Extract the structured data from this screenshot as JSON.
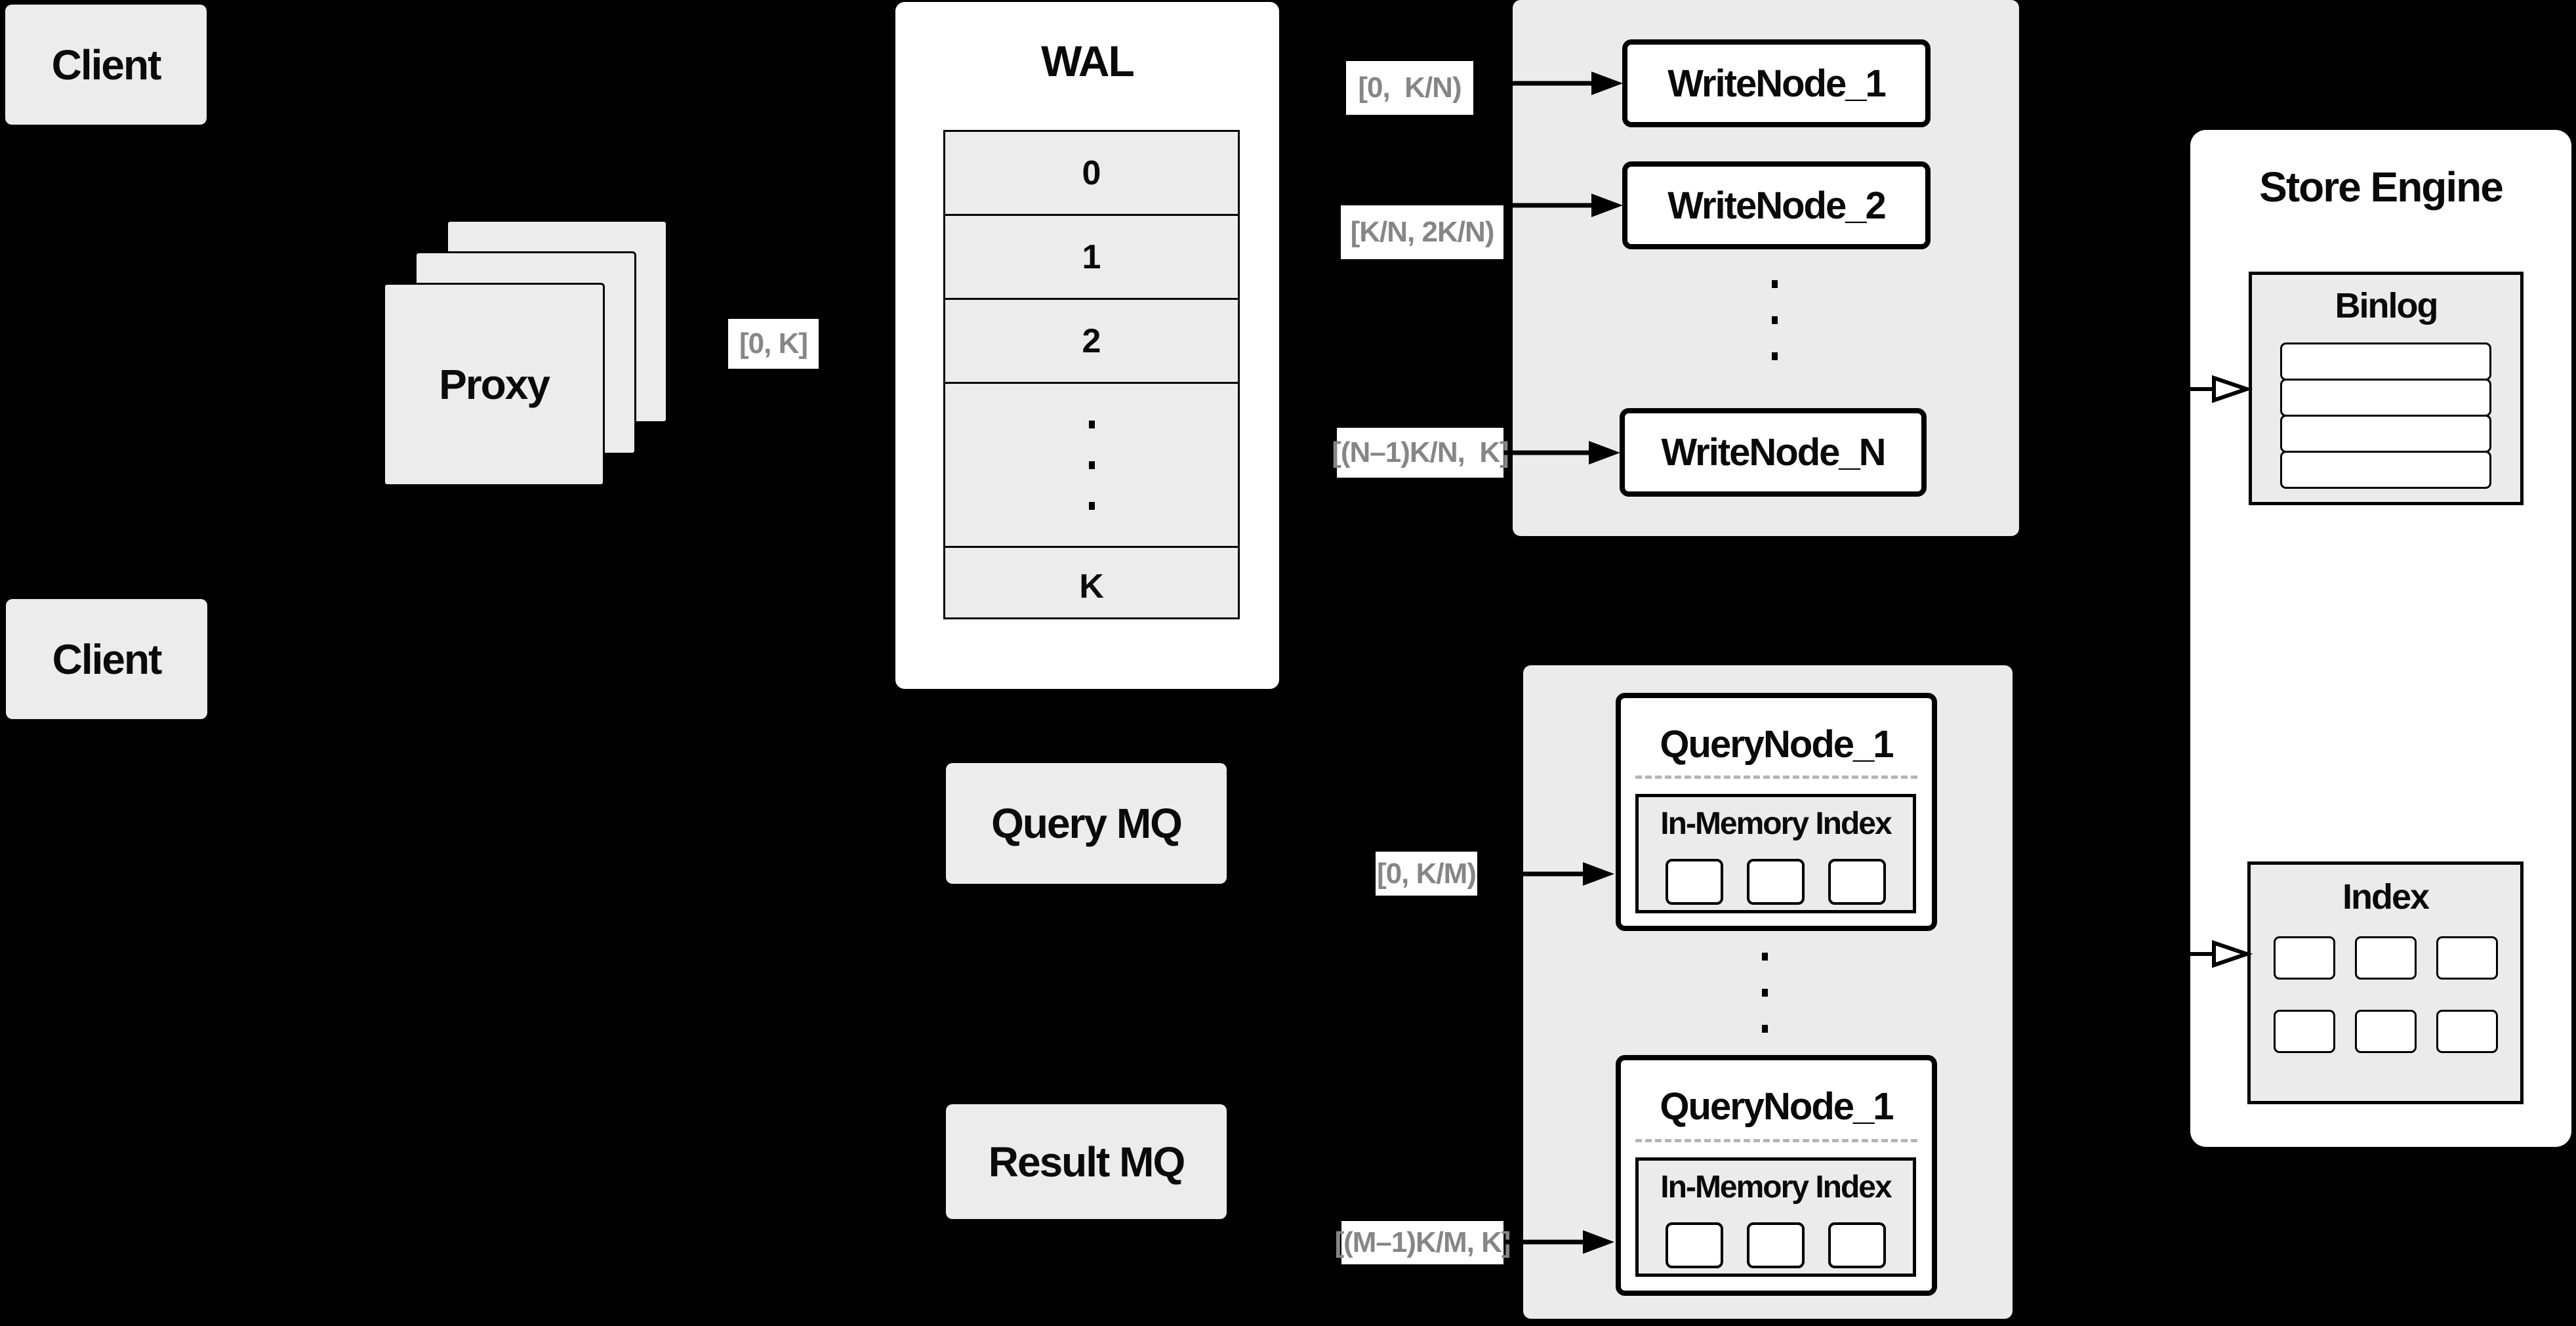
{
  "diagram": {
    "clients": {
      "top": "Client",
      "bottom": "Client"
    },
    "proxy": {
      "label": "Proxy"
    },
    "wal": {
      "title": "WAL",
      "rows": [
        "0",
        "1",
        "2",
        "K"
      ]
    },
    "range_labels": {
      "proxy_out": "[0, K]",
      "write_1": "[0,  K/N)",
      "write_2": "[K/N, 2K/N)",
      "write_n": "[(N–1)K/N,  K]",
      "query_1": "[0, K/M)",
      "query_m": "[(M–1)K/M, K]"
    },
    "write_nodes": {
      "node1": "WriteNode_1",
      "node2": "WriteNode_2",
      "noden": "WriteNode_N"
    },
    "mq": {
      "query": "Query MQ",
      "result": "Result MQ"
    },
    "query_nodes": {
      "top": {
        "title": "QueryNode_1",
        "inner_title": "In-Memory Index"
      },
      "bottom": {
        "title": "QueryNode_1",
        "inner_title": "In-Memory Index"
      }
    },
    "store_engine": {
      "title": "Store Engine",
      "binlog": "Binlog",
      "index": "Index"
    },
    "colors": {
      "background": "#000000",
      "box_fill": "#ececec",
      "panel_fill": "#ebebeb",
      "white": "#ffffff",
      "label_text": "#868686",
      "line": "#000000"
    }
  }
}
